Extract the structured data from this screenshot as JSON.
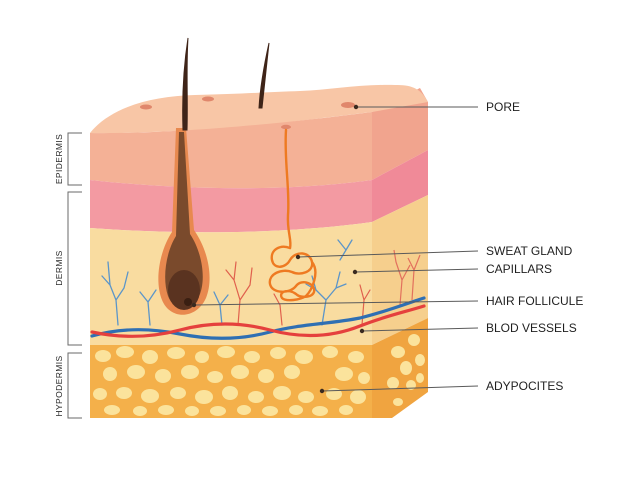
{
  "labels": {
    "pore": "PORE",
    "sweat_gland": "SWEAT GLAND",
    "capillars": "CAPILLARS",
    "hair_follicule": "HAIR FOLLICULE",
    "blod_vessels": "BLOD VESSELS",
    "adypocites": "ADYPOCITES"
  },
  "side_labels": {
    "epidermis": "EPIDERMIS",
    "dermis": "DERMIS",
    "hypodermis": "HYPODERMIS"
  },
  "colors": {
    "skin_top": "#f7c2a0",
    "epidermis": "#f4b196",
    "pink_band": "#f39aa2",
    "dermis": "#f9dca0",
    "side_face": "#f6c885",
    "hypodermis": "#f4b04a",
    "fat_cell": "#fbe39c",
    "hair": "#4a2a1c",
    "sweat_gland": "#ee7a22",
    "capillary": "#5b95c9",
    "artery": "#e5403d",
    "vein": "#2f6fb3",
    "nerve": "#e0604d"
  }
}
